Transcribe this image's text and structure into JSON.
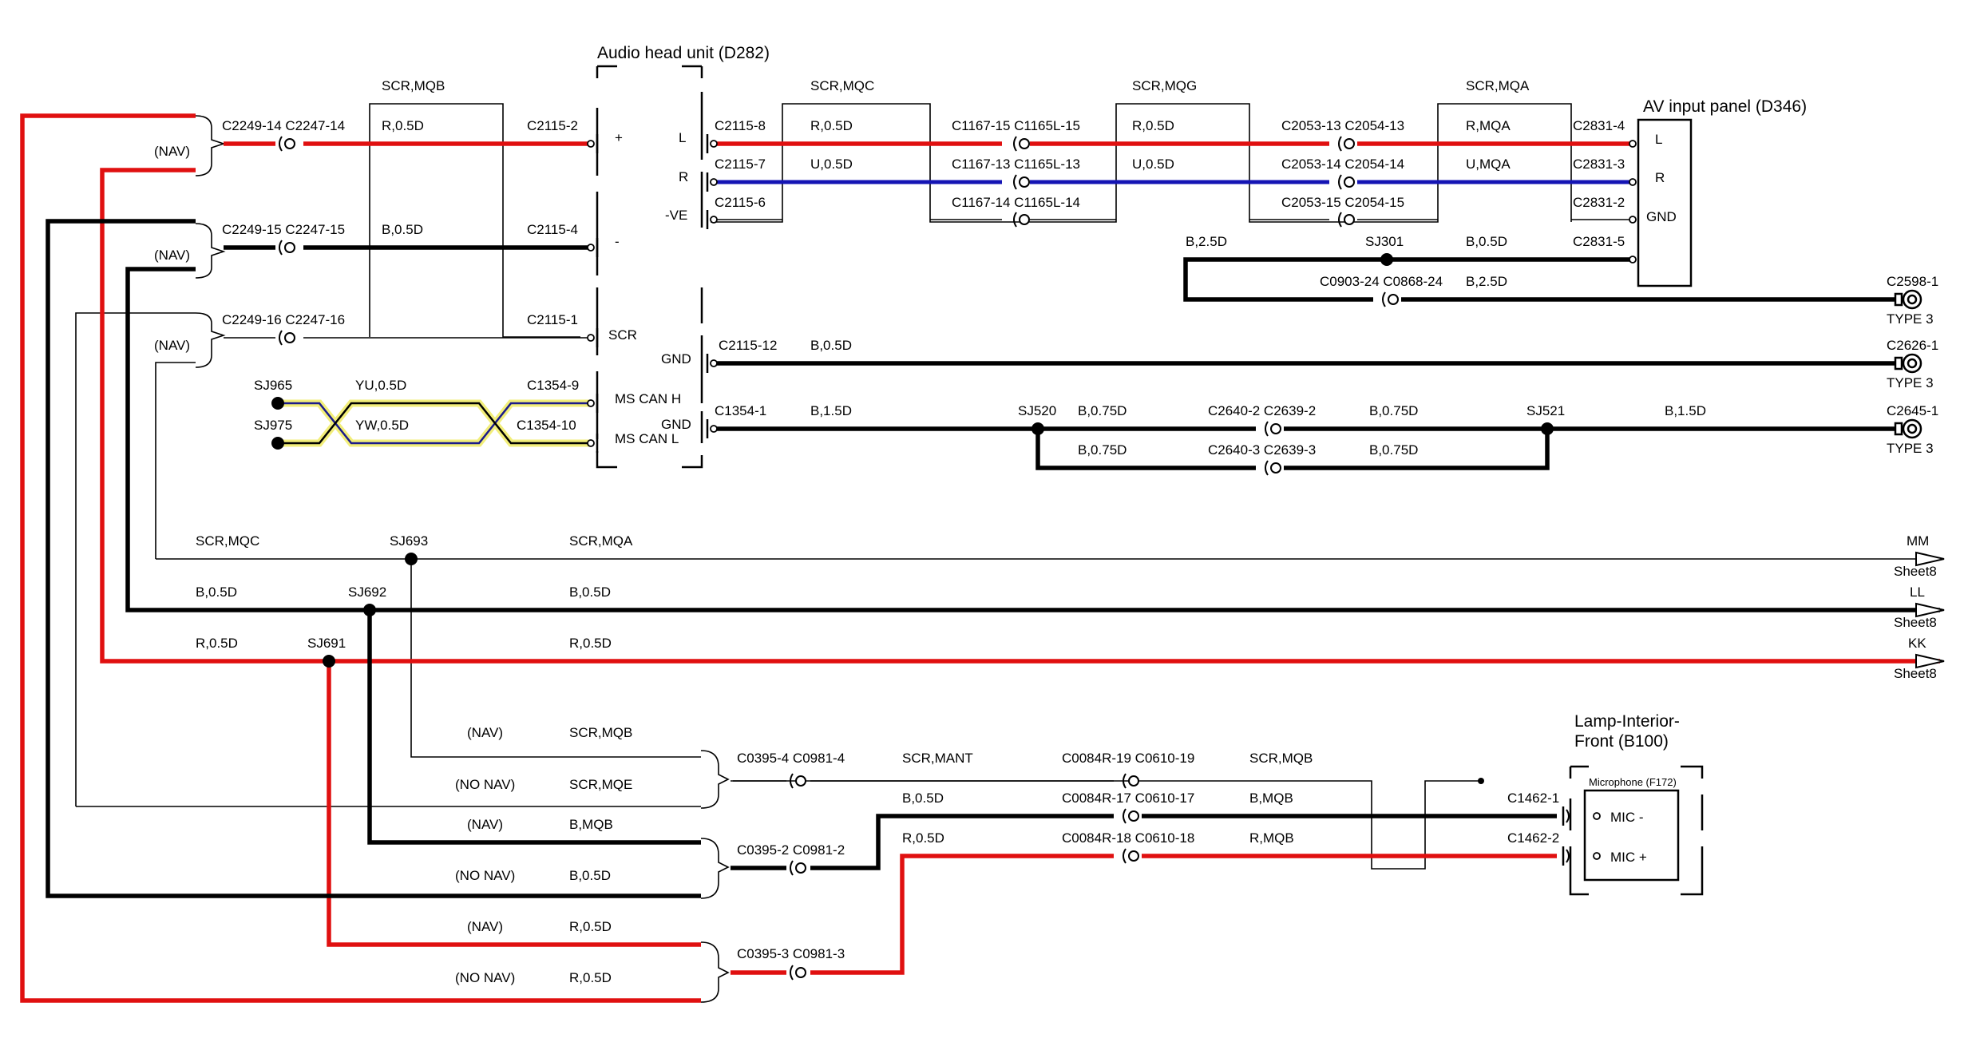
{
  "components": {
    "head_unit": "Audio head unit (D282)",
    "av_panel": "AV input panel (D346)",
    "lamp_line1": "Lamp-Interior-",
    "lamp_line2": "Front (B100)",
    "microphone": "Microphone (F172)"
  },
  "pins": {
    "plus": "+",
    "minus": "-",
    "scr": "SCR",
    "L": "L",
    "R": "R",
    "ve": "-VE",
    "gnd": "GND",
    "can_h": "MS CAN H",
    "can_l": "MS CAN L",
    "av_L": "L",
    "av_R": "R",
    "av_gnd": "GND",
    "mic_minus": "MIC -",
    "mic_plus": "MIC +"
  },
  "nav": {
    "nav": "(NAV)",
    "no_nav": "(NO NAV)"
  },
  "connectors": {
    "c2249_14": "C2249-14 C2247-14",
    "c2249_15": "C2249-15 C2247-15",
    "c2249_16": "C2249-16 C2247-16",
    "c2115_2": "C2115-2",
    "c2115_4": "C2115-4",
    "c2115_1": "C2115-1",
    "c1354_9": "C1354-9",
    "c1354_10": "C1354-10",
    "c2115_8": "C2115-8",
    "c2115_7": "C2115-7",
    "c2115_6": "C2115-6",
    "c2115_12": "C2115-12",
    "c1354_1": "C1354-1",
    "c1167_15": "C1167-15 C1165L-15",
    "c1167_13": "C1167-13 C1165L-13",
    "c1167_14": "C1167-14 C1165L-14",
    "c2053_13": "C2053-13 C2054-13",
    "c2053_14": "C2053-14 C2054-14",
    "c2053_15": "C2053-15 C2054-15",
    "c2831_4": "C2831-4",
    "c2831_3": "C2831-3",
    "c2831_2": "C2831-2",
    "c2831_5": "C2831-5",
    "c0903": "C0903-24 C0868-24",
    "c2598": "C2598-1",
    "c2626": "C2626-1",
    "c2645": "C2645-1",
    "c2640_2": "C2640-2 C2639-2",
    "c2640_3": "C2640-3 C2639-3",
    "c0395_4": "C0395-4 C0981-4",
    "c0395_2": "C0395-2 C0981-2",
    "c0395_3": "C0395-3 C0981-3",
    "c0084_19": "C0084R-19 C0610-19",
    "c0084_17": "C0084R-17 C0610-17",
    "c0084_18": "C0084R-18 C0610-18",
    "c1462_1": "C1462-1",
    "c1462_2": "C1462-2"
  },
  "splices": {
    "sj965": "SJ965",
    "sj975": "SJ975",
    "sj301": "SJ301",
    "sj520": "SJ520",
    "sj521": "SJ521",
    "sj693": "SJ693",
    "sj692": "SJ692",
    "sj691": "SJ691"
  },
  "wires": {
    "scr_mqb": "SCR,MQB",
    "scr_mqc": "SCR,MQC",
    "scr_mqg": "SCR,MQG",
    "scr_mqa": "SCR,MQA",
    "scr_mqe": "SCR,MQE",
    "scr_mant": "SCR,MANT",
    "r_05d": "R,0.5D",
    "b_05d": "B,0.5D",
    "u_05d": "U,0.5D",
    "r_mqa": "R,MQA",
    "u_mqa": "U,MQA",
    "b_25d": "B,2.5D",
    "b_15d": "B,1.5D",
    "b_075d": "B,0.75D",
    "yu_05d": "YU,0.5D",
    "yw_05d": "YW,0.5D",
    "b_mqb": "B,MQB",
    "r_mqb": "R,MQB"
  },
  "type3": "TYPE 3",
  "offpage": {
    "mm": "MM",
    "ll": "LL",
    "kk": "KK",
    "sheet8": "Sheet8"
  },
  "colors": {
    "red_wire": "#e01010",
    "blue_wire": "#1414b4",
    "black_wire": "#000000",
    "can_yellow": "#f2ee7a",
    "thin_wire": "#000000"
  }
}
